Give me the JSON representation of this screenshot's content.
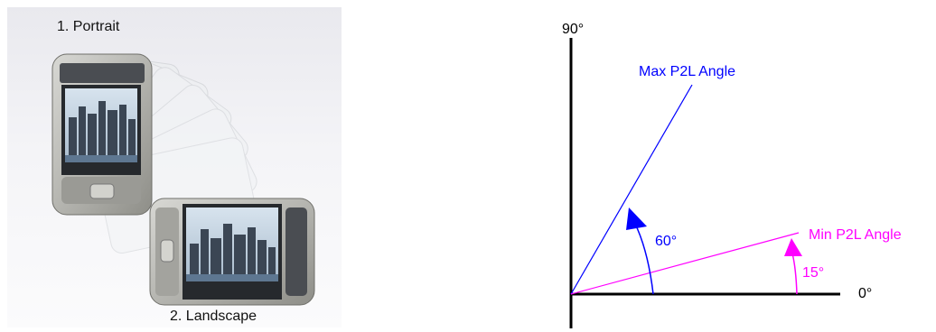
{
  "illustration": {
    "portrait_label": "1. Portrait",
    "landscape_label": "2. Landscape",
    "device": "pocket-pc-handheld",
    "screen_image": "city-skyline"
  },
  "diagram": {
    "top_axis_label": "90°",
    "right_axis_label": "0°",
    "max_label": "Max P2L Angle",
    "min_label": "Min P2L Angle",
    "max_angle_label": "60°",
    "min_angle_label": "15°",
    "max_angle_deg": 60,
    "min_angle_deg": 15,
    "axis_color": "#000000",
    "max_color": "#0000ff",
    "min_color": "#ff00ff"
  }
}
